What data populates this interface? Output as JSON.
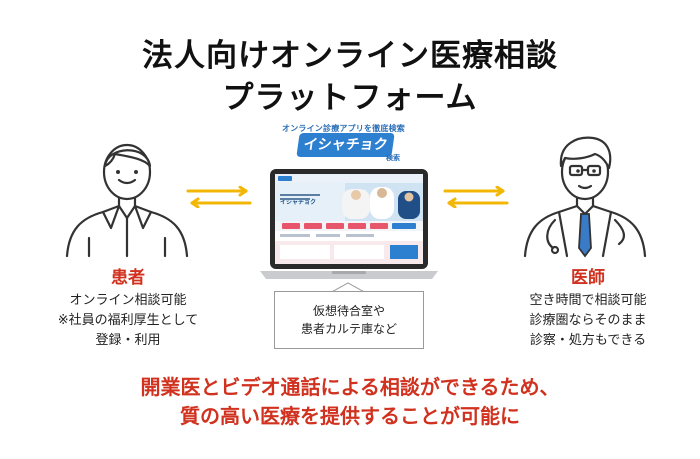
{
  "title": {
    "line1": "法人向けオンライン医療相談",
    "line2": "プラットフォーム"
  },
  "app_logo": {
    "subtitle": "オンライン診療アプリを徹底検索",
    "name": "イシャチョク",
    "tag": "検索"
  },
  "app_screen": {
    "brand": "イシャチョク"
  },
  "patient": {
    "role": "患者",
    "lines": [
      "オンライン相談可能",
      "※社員の福利厚生として",
      "登録・利用"
    ]
  },
  "doctor": {
    "role": "医師",
    "lines": [
      "空き時間で相談可能",
      "診療圏ならそのまま",
      "診察・処方もできる"
    ]
  },
  "bubble": {
    "lines": [
      "仮想待合室や",
      "患者カルテ庫など"
    ]
  },
  "message": {
    "line1": "開業医とビデオ通話による相談ができるため、",
    "line2": "質の高い医療を提供することが可能に"
  },
  "colors": {
    "accent_red": "#d0321f",
    "arrow_yellow": "#f2b705",
    "logo_blue": "#2d7fd0"
  }
}
